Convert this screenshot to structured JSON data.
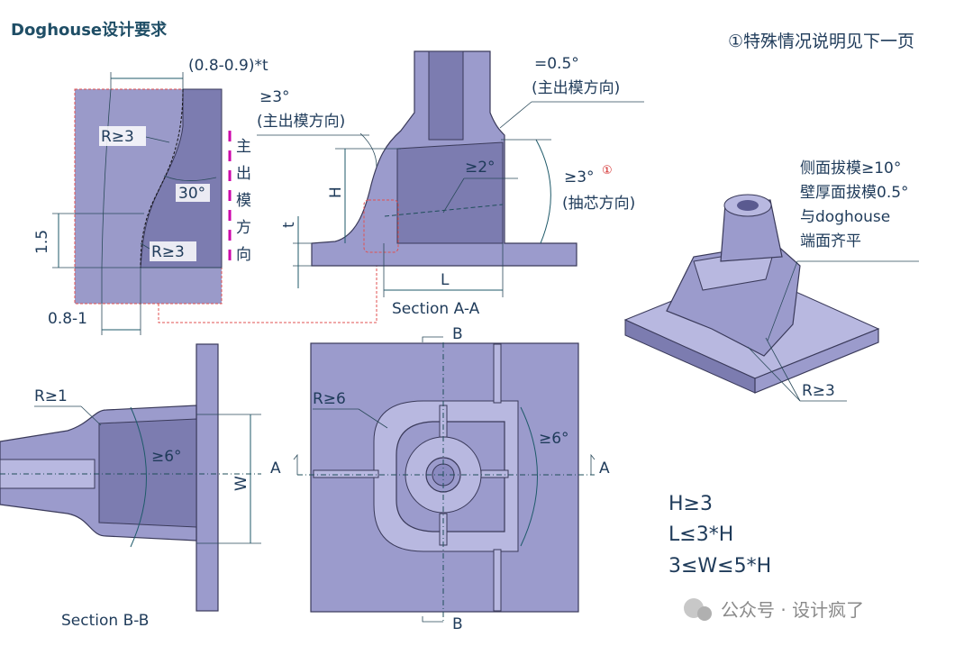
{
  "title": "Doghouse设计要求",
  "note": "①特殊情况说明见下一页",
  "detail": {
    "thickness": "(0.8-0.9)*t",
    "r_top": "R≥3",
    "r_bottom": "R≥3",
    "angle": "30°",
    "height": "1.5",
    "offset": "0.8-1",
    "direction_chars": [
      "主",
      "出",
      "模",
      "方",
      "向"
    ]
  },
  "section_aa": {
    "label": "Section A-A",
    "draft_main": "=0.5°",
    "draft_main_dir": "(主出模方向)",
    "draft_left": "≥3°",
    "draft_left_dir": "(主出模方向)",
    "draft_inner": "≥2°",
    "draft_core": "≥3°",
    "draft_core_mark": "①",
    "draft_core_dir": "(抽芯方向)",
    "dim_h": "H",
    "dim_t": "t",
    "dim_l": "L"
  },
  "iso": {
    "text_lines": [
      "侧面拔模≥10°",
      "壁厚面拔模0.5°",
      "与doghouse",
      "端面齐平"
    ],
    "radius": "R≥3"
  },
  "section_bb": {
    "label": "Section B-B",
    "radius": "R≥1",
    "draft": "≥6°",
    "dim_w": "W"
  },
  "top_view": {
    "radius": "R≥6",
    "draft": "≥6°",
    "marker_a": "A",
    "marker_b": "B"
  },
  "rules": [
    "H≥3",
    "L≤3*H",
    "3≤W≤5*H"
  ],
  "watermark": "公众号 · 设计疯了"
}
